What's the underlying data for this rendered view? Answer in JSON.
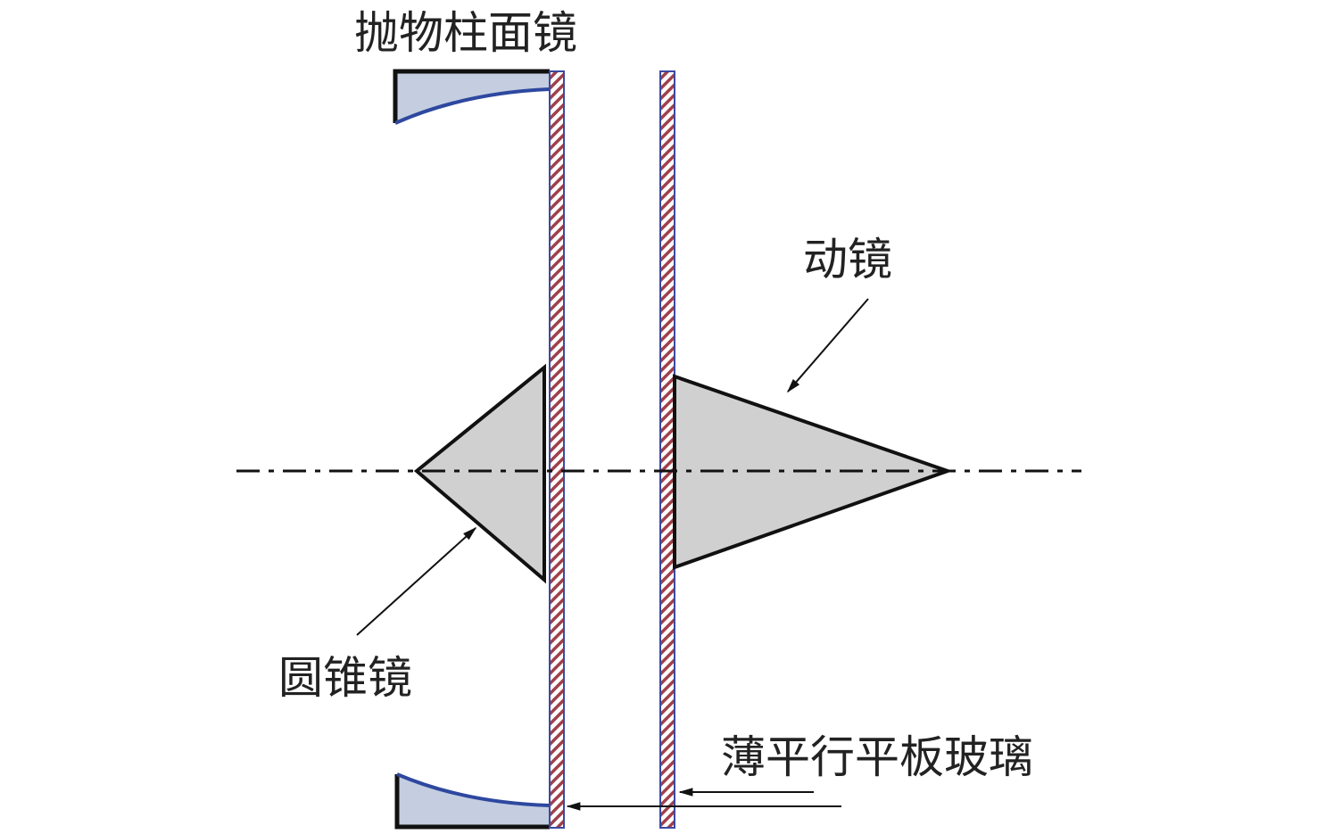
{
  "labels": {
    "parabolic_mirror": "抛物柱面镜",
    "moving_mirror": "动镜",
    "cone_mirror": "圆锥镜",
    "thin_plate_glass": "薄平行平板玻璃"
  },
  "colors": {
    "mirror_fill": "#c4cee0",
    "mirror_curve": "#2e48a0",
    "plate_border": "#3b4aa0",
    "plate_hatch": "#a0404a",
    "cone_fill": "#d0d0d0",
    "line": "#111111"
  }
}
